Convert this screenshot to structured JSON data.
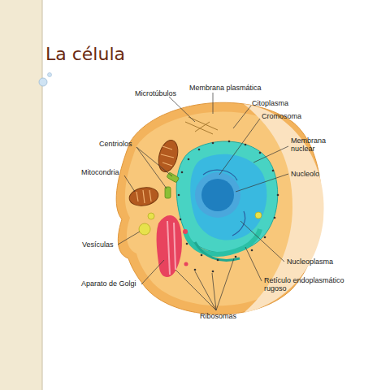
{
  "diagram": {
    "title": "La célula",
    "labels": [
      "Microtúbulos",
      "Membrana plasmática",
      "Citoplasma",
      "Cromosoma",
      "Centriolos",
      "Membrana nuclear",
      "Nucleolo",
      "Mitocondria",
      "Vesículas",
      "Nucleoplasma",
      "Aparato de Golgi",
      "Retículo endoplasmático rugoso",
      "Ribosomas"
    ]
  }
}
